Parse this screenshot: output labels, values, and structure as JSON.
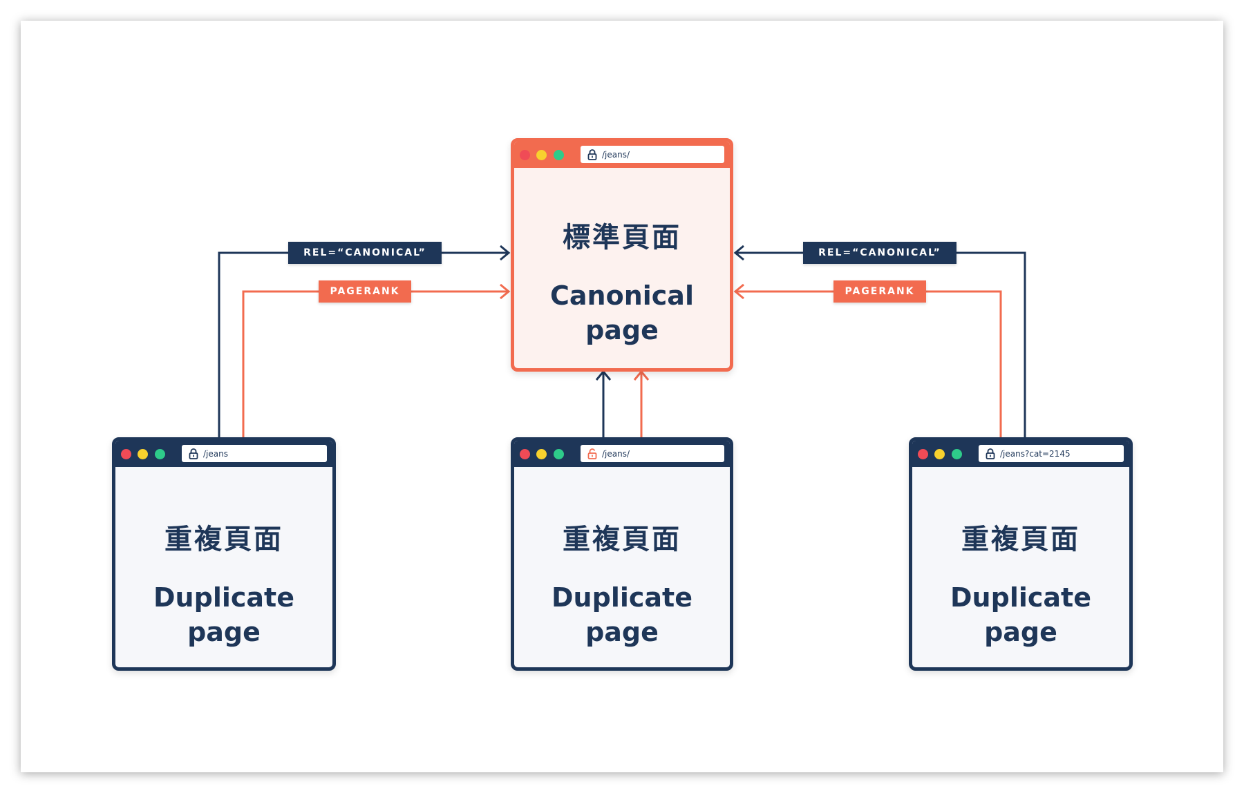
{
  "canonical": {
    "url": "/jeans/",
    "title_zh": "標準頁面",
    "title_en_line1": "Canonical",
    "title_en_line2": "page"
  },
  "duplicates": [
    {
      "url": "/jeans",
      "title_zh": "重複頁面",
      "title_en_line1": "Duplicate",
      "title_en_line2": "page",
      "lock_color": "#1e3658"
    },
    {
      "url": "/jeans/",
      "title_zh": "重複頁面",
      "title_en_line1": "Duplicate",
      "title_en_line2": "page",
      "lock_color": "#f26b4f"
    },
    {
      "url": "/jeans?cat=2145",
      "title_zh": "重複頁面",
      "title_en_line1": "Duplicate",
      "title_en_line2": "page",
      "lock_color": "#1e3658"
    }
  ],
  "labels": {
    "rel_canonical": "REL=“CANONICAL”",
    "pagerank": "PAGERANK"
  },
  "colors": {
    "navy": "#1e3658",
    "coral": "#f26b4f",
    "dot_red": "#f04b56",
    "dot_yellow": "#f8d12e",
    "dot_green": "#2ecb8a"
  }
}
